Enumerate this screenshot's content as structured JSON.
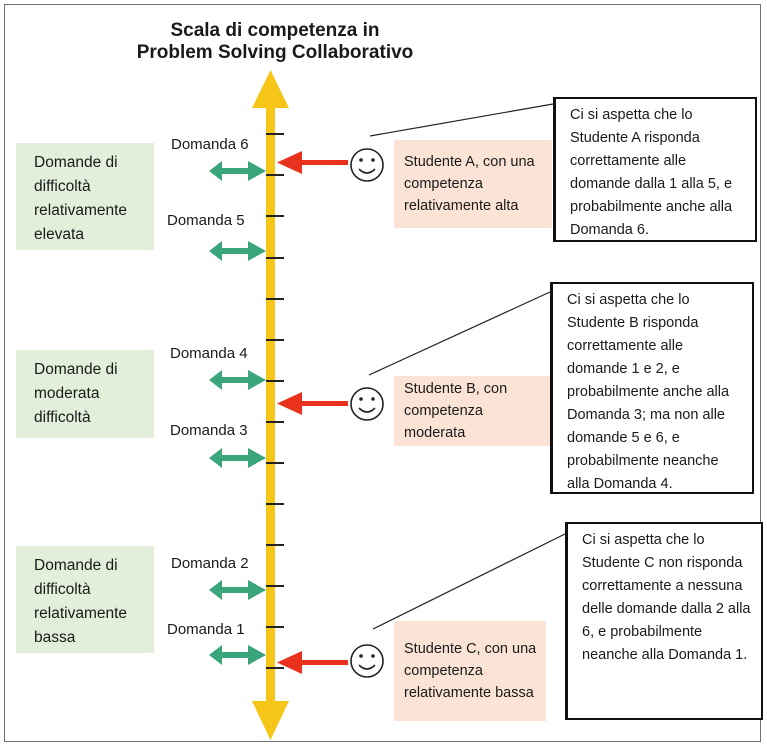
{
  "title": {
    "line1": "Scala di competenza in",
    "line2": "Problem Solving Collaborativo"
  },
  "levels": [
    {
      "text": "Domande di difficoltà relativamente elevata"
    },
    {
      "text": "Domande di moderata difficoltà"
    },
    {
      "text": "Domande di difficoltà relativamente bassa"
    }
  ],
  "questions": [
    {
      "label": "Domanda 6"
    },
    {
      "label": "Domanda 5"
    },
    {
      "label": "Domanda 4"
    },
    {
      "label": "Domanda 3"
    },
    {
      "label": "Domanda 2"
    },
    {
      "label": "Domanda 1"
    }
  ],
  "students": [
    {
      "label": "Studente A, con una competenza relativamente alta",
      "expectation": "Ci si aspetta che lo Studente A risponda correttamente alle domande dalla 1 alla 5, e probabilmente anche alla Domanda 6."
    },
    {
      "label": "Studente B, con competenza moderata",
      "expectation": "Ci si aspetta che lo Studente B risponda correttamente alle domande 1 e 2, e probabilmente anche alla Domanda 3; ma non alle domande 5 e 6, e probabilmente neanche alla Domanda 4."
    },
    {
      "label": "Studente C, con una competenza relativamente bassa",
      "expectation": "Ci si aspetta che lo Studente C non risponda correttamente a nessuna delle domande dalla 2 alla 6, e probabilmente neanche alla Domanda 1."
    }
  ],
  "colors": {
    "axis": "#f5c518",
    "question_arrow": "#3aa57a",
    "student_arrow": "#e8321e",
    "level_fill": "#e2efda",
    "student_fill": "#fbe4d5"
  },
  "icons": {
    "student": "smiley-face-icon"
  }
}
